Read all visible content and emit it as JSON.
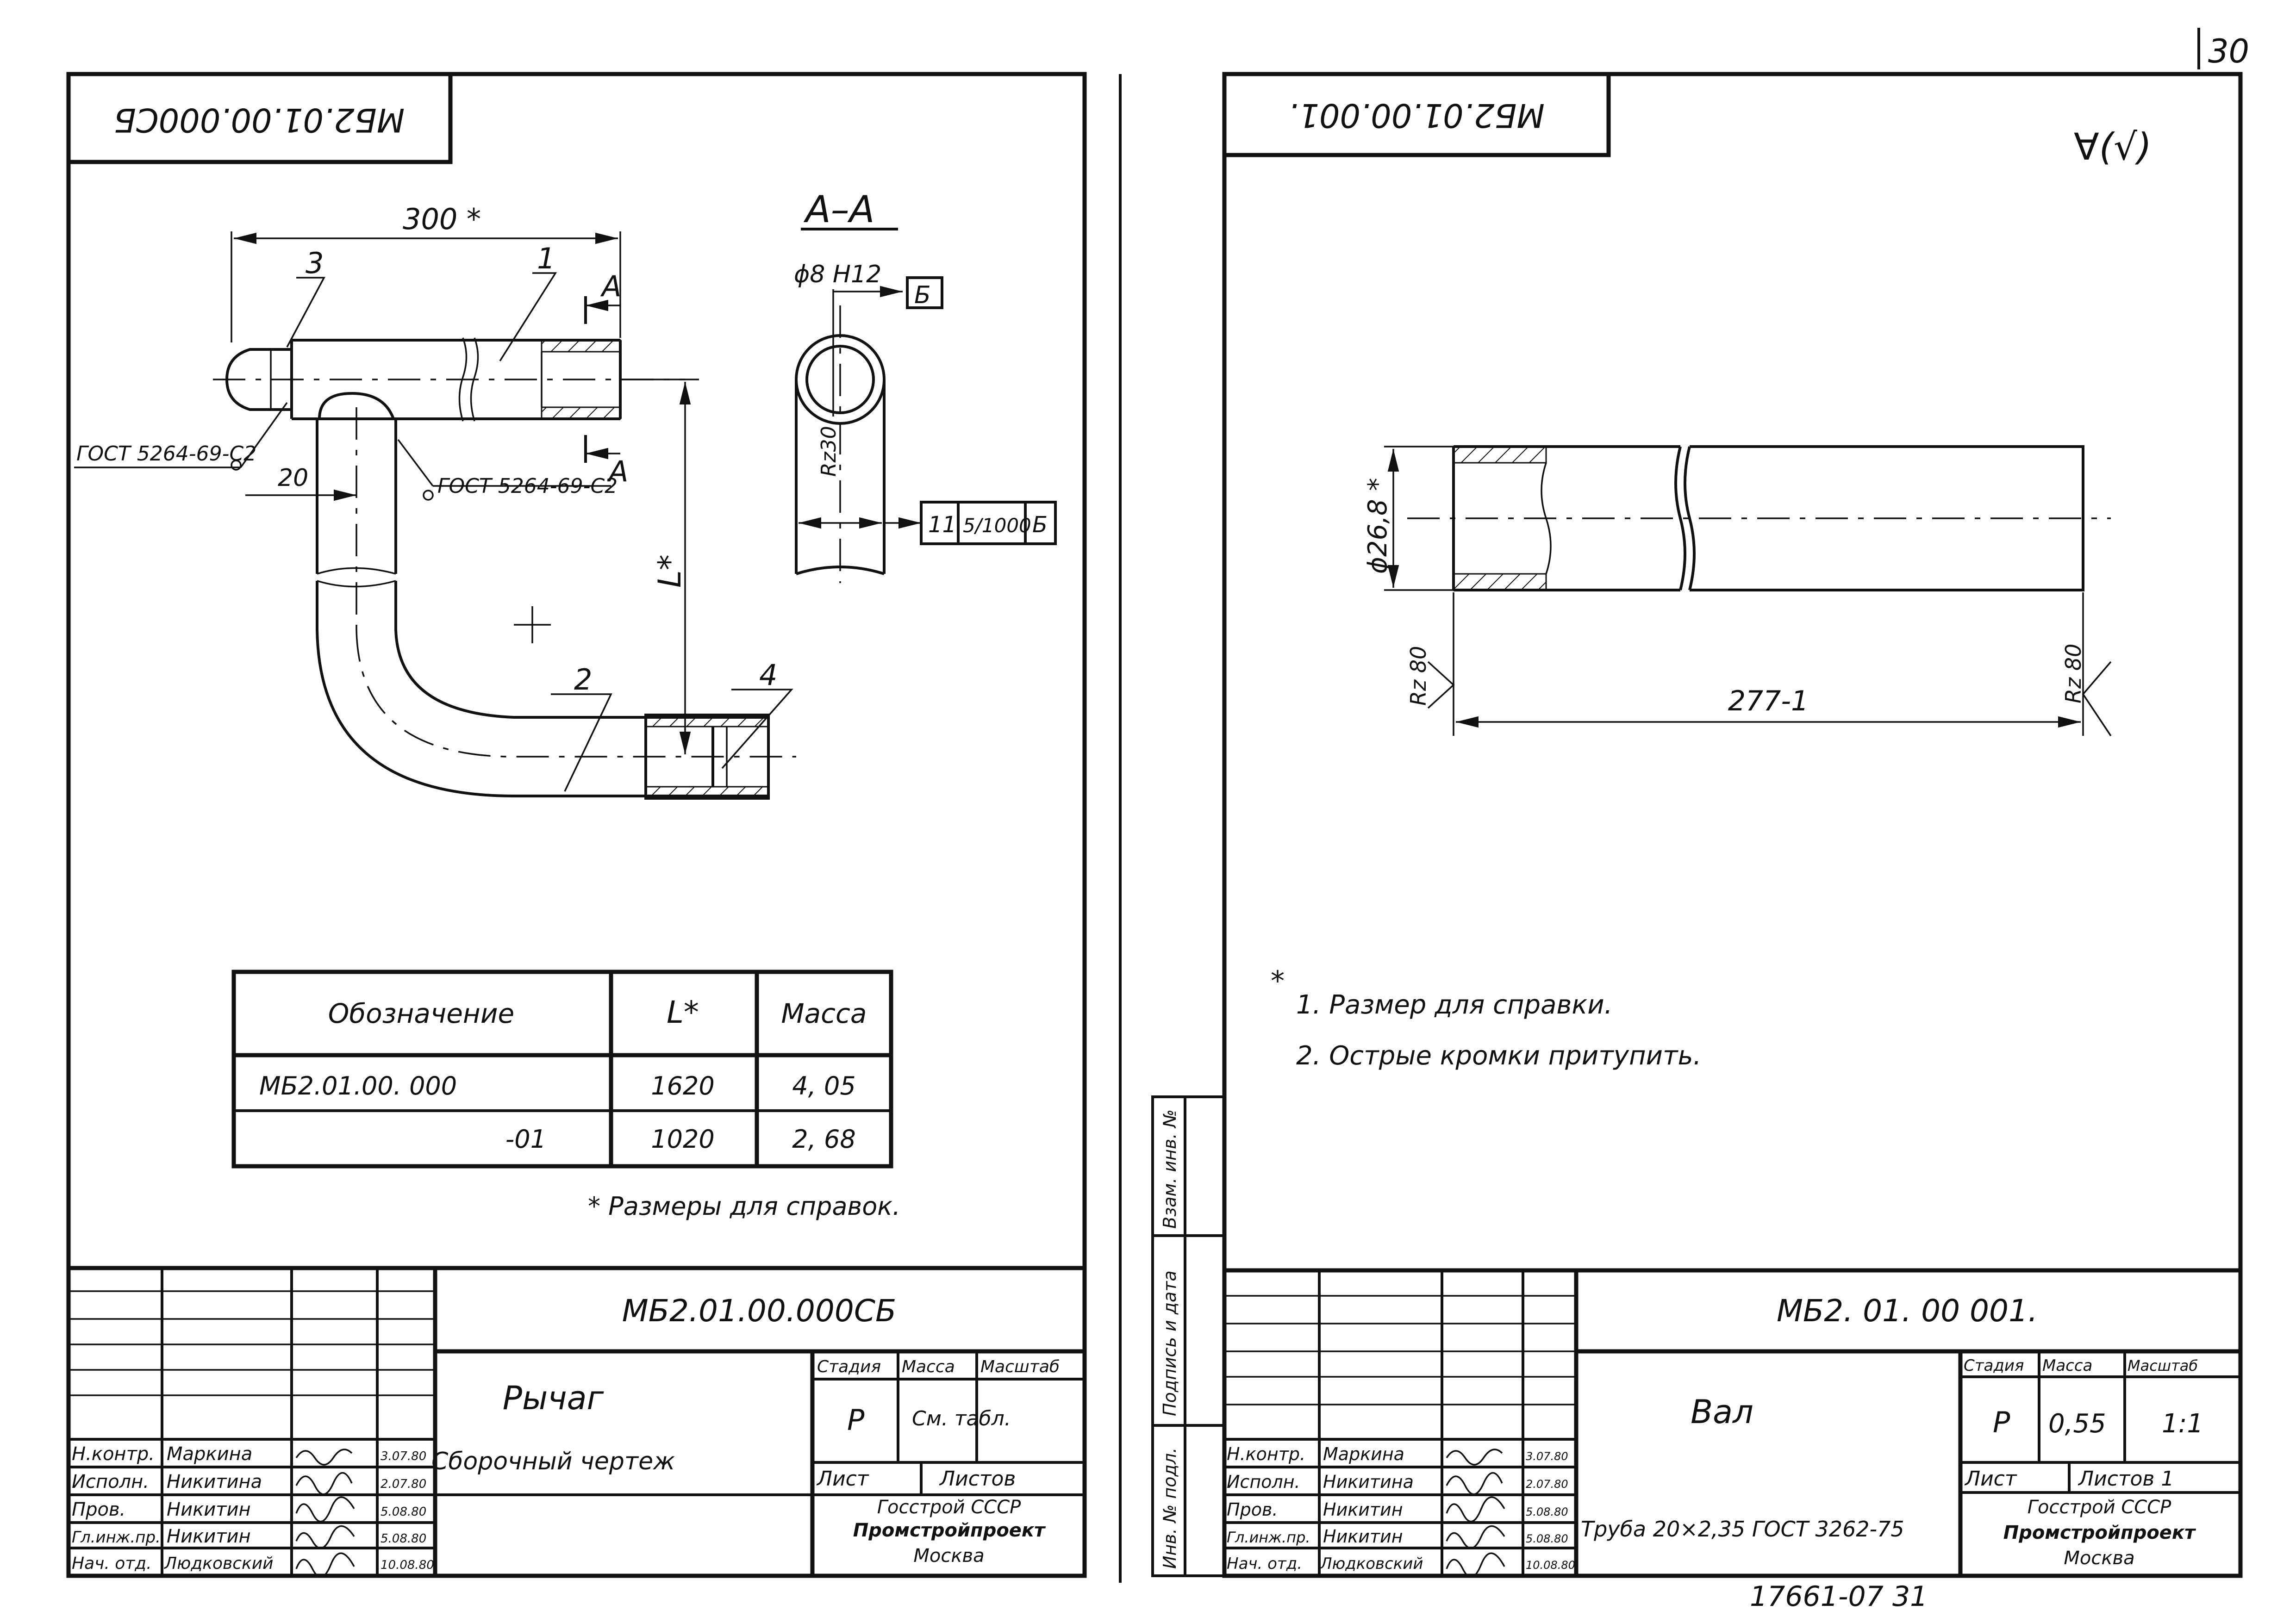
{
  "page_number": "30",
  "bottom_code": "17661-07 31",
  "left_sheet": {
    "corner_designation": "МБ2.01.00.000СБ",
    "section_title": "А–А",
    "dim_length": "300 *",
    "dim_offset": "20",
    "dim_height": "L*",
    "dim_hole": "ϕ8 H12",
    "roughness": "Rz30",
    "tolerance": {
      "value": "11",
      "ratio": "5/1000",
      "datum": "Б"
    },
    "datum_box": "Б",
    "section_mark": "А",
    "weld_label_1": "ГОСТ 5264-69-С2",
    "weld_label_2": "ГОСТ 5264-69-С2",
    "positions": [
      "1",
      "2",
      "3",
      "4"
    ],
    "table": {
      "headers": [
        "Обозначение",
        "L*",
        "Масса"
      ],
      "rows": [
        [
          "МБ2.01.00. 000",
          "1620",
          "4, 05"
        ],
        [
          "-01",
          "1020",
          "2, 68"
        ]
      ]
    },
    "footnote": "* Размеры для справок.",
    "title_block": {
      "designation": "МБ2.01.00.000СБ",
      "name": "Рычаг",
      "doc_type": "Сборочный чертеж",
      "stage_label": "Стадия",
      "mass_label": "Масса",
      "scale_label": "Масштаб",
      "stage": "Р",
      "mass": "См. табл.",
      "scale": "",
      "sheet_label": "Лист",
      "sheets_label": "Листов",
      "org_1": "Госстрой СССР",
      "org_2": "Промстройпроект",
      "org_3": "Москва",
      "roles": [
        {
          "role": "Н.контр.",
          "name": "Маркина",
          "date": "3.07.80"
        },
        {
          "role": "Исполн.",
          "name": "Никитина",
          "date": "2.07.80"
        },
        {
          "role": "Пров.",
          "name": "Никитин",
          "date": "5.08.80"
        },
        {
          "role": "Гл.инж.пр.",
          "name": "Никитин",
          "date": "5.08.80"
        },
        {
          "role": "Нач. отд.",
          "name": "Людковский",
          "date": "10.08.80"
        }
      ]
    }
  },
  "right_sheet": {
    "corner_designation": "МБ2.01.00.001.",
    "roughness_symbol": "∀(√)",
    "dim_diameter": "ϕ26,8 *",
    "dim_length": "277-1",
    "roughness_left": "Rz 80",
    "roughness_right": "Rz 80",
    "notes": [
      "1. Размер для справки.",
      "2. Острые кромки притупить."
    ],
    "note_star": "*",
    "side_labels": [
      "Инв. № подл.",
      "Подпись и дата",
      "Взам. инв. №"
    ],
    "title_block": {
      "designation": "МБ2. 01. 00 001.",
      "name": "Вал",
      "material": "Труба 20×2,35 ГОСТ 3262-75",
      "stage_label": "Стадия",
      "mass_label": "Масса",
      "scale_label": "Масштаб",
      "stage": "Р",
      "mass": "0,55",
      "scale": "1:1",
      "sheet_label": "Лист",
      "sheets_label": "Листов 1",
      "org_1": "Госстрой СССР",
      "org_2": "Промстройпроект",
      "org_3": "Москва",
      "roles": [
        {
          "role": "Н.контр.",
          "name": "Маркина",
          "date": "3.07.80"
        },
        {
          "role": "Исполн.",
          "name": "Никитина",
          "date": "2.07.80"
        },
        {
          "role": "Пров.",
          "name": "Никитин",
          "date": "5.08.80"
        },
        {
          "role": "Гл.инж.пр.",
          "name": "Никитин",
          "date": "5.08.80"
        },
        {
          "role": "Нач. отд.",
          "name": "Людковский",
          "date": "10.08.80"
        }
      ]
    }
  }
}
